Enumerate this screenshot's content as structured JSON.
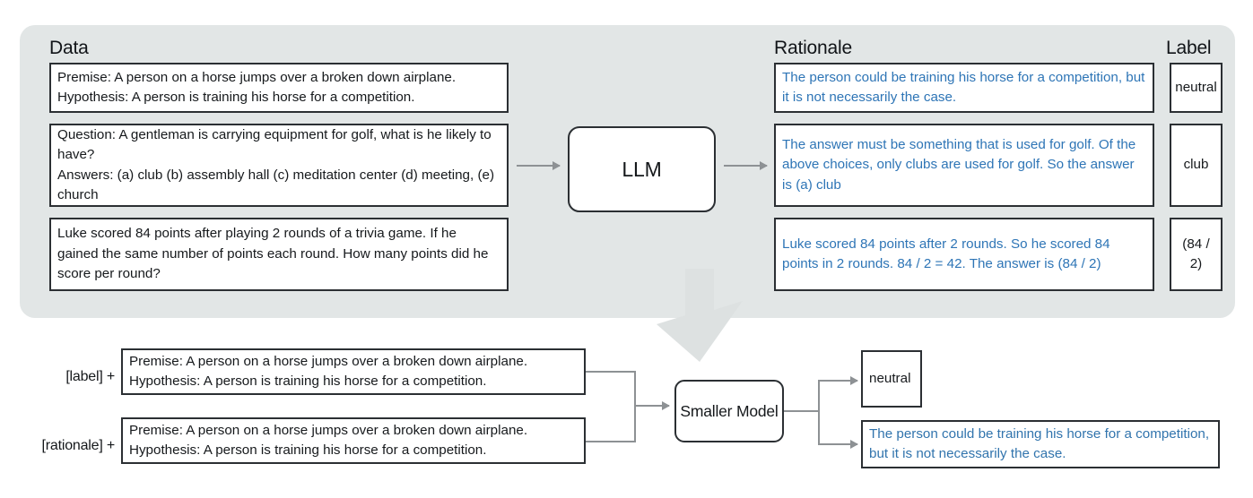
{
  "figure": {
    "top_panel": {
      "columns": {
        "data_heading": "Data",
        "rationale_heading": "Rationale",
        "label_heading": "Label"
      },
      "model_box": "LLM",
      "rows": [
        {
          "data": "Premise: A person on a horse jumps over a broken down airplane.\nHypothesis: A person is training his horse for a competition.",
          "rationale": "The person could be training his horse for a competition, but it is not necessarily the case.",
          "label": "neutral"
        },
        {
          "data": "Question: A gentleman is carrying equipment for golf, what is he likely to have?\nAnswers: (a) club (b) assembly hall (c) meditation center (d) meeting, (e) church",
          "rationale": "The answer must be something that is used for golf. Of the above choices, only clubs are used for golf. So the answer is (a) club",
          "label": "club"
        },
        {
          "data": "Luke scored 84 points after playing 2 rounds of a trivia game. If he gained the same number of points each round. How many points did he score per round?",
          "rationale": "Luke scored 84 points after 2 rounds. So he scored 84 points in 2 rounds. 84 / 2 = 42. The answer is (84 / 2)",
          "label": "(84 / 2)"
        }
      ]
    },
    "bottom_section": {
      "model_box": "Smaller Model",
      "inputs": [
        {
          "prefix": "[label] +",
          "text": "Premise: A person on a horse jumps over a broken down airplane.\nHypothesis: A person is training his horse for a competition."
        },
        {
          "prefix": "[rationale] +",
          "text": "Premise: A person on a horse jumps over a broken down airplane.\nHypothesis: A person is training his horse for a competition."
        }
      ],
      "outputs": [
        {
          "text": "neutral",
          "style": "plain"
        },
        {
          "text": "The person could be training his horse for a competition, but it is not necessarily the case.",
          "style": "blue"
        }
      ]
    },
    "colors": {
      "panel_background": "#e2e6e6",
      "box_border": "#2b2f33",
      "rationale_text": "#2e75b6",
      "arrow_grey": "#8d9194",
      "big_arrow": "#dde1e1",
      "page_background": "#ffffff"
    }
  }
}
